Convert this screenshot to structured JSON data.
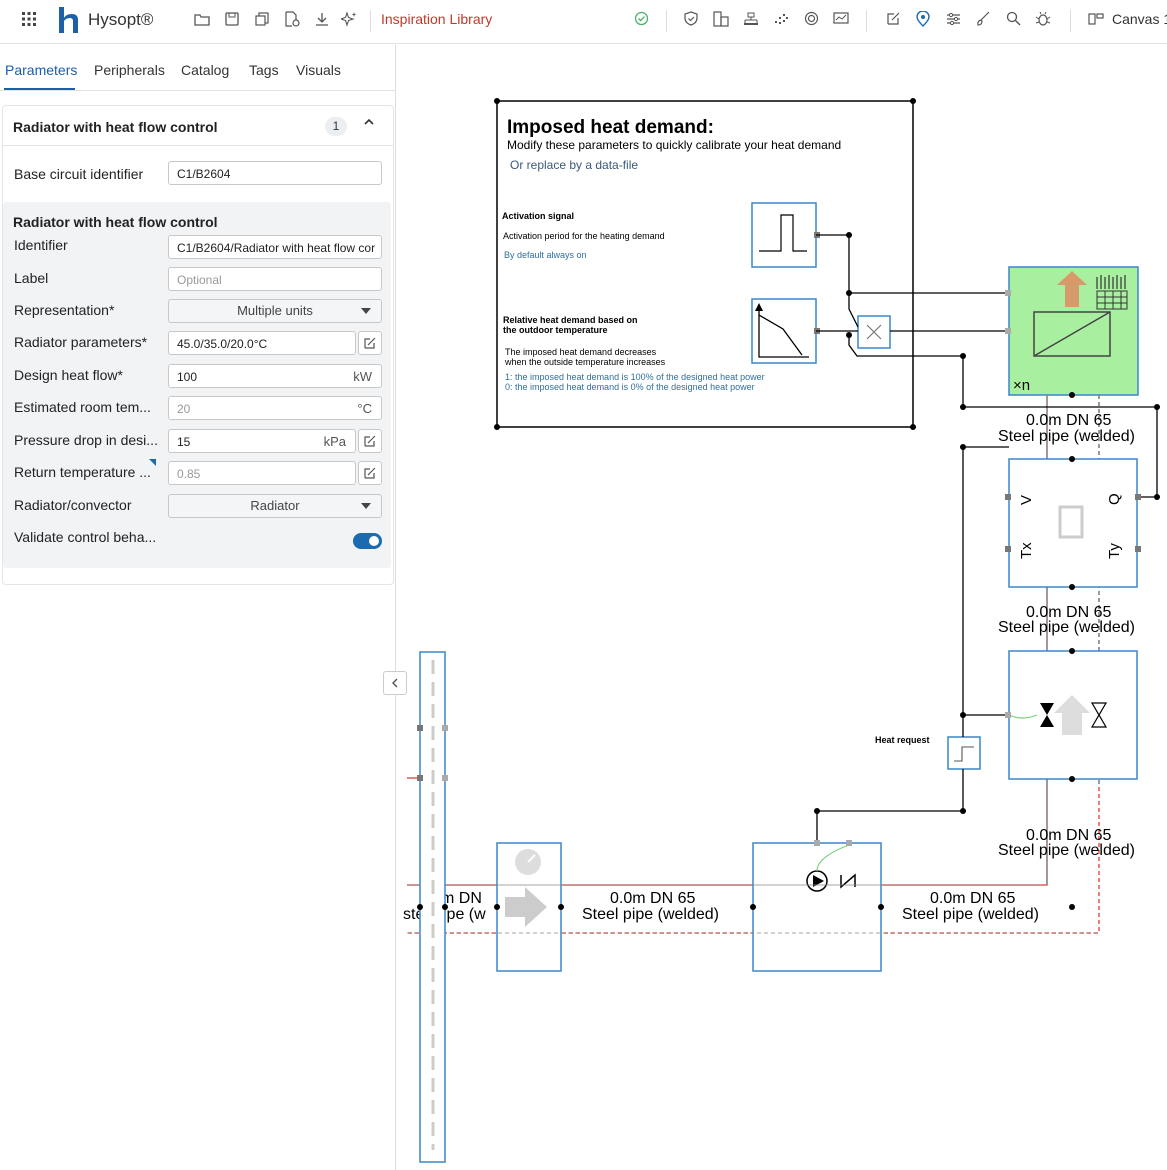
{
  "app": {
    "name": "Hysopt",
    "reg": "®"
  },
  "topbar": {
    "inspiration": "Inspiration Library",
    "canvas": "Canvas 1"
  },
  "tabs": [
    {
      "label": "Parameters",
      "active": true
    },
    {
      "label": "Peripherals"
    },
    {
      "label": "Catalog"
    },
    {
      "label": "Tags"
    },
    {
      "label": "Visuals"
    }
  ],
  "card": {
    "title": "Radiator with heat flow control",
    "count": "1",
    "base_label": "Base circuit identifier",
    "base_value": "C1/B2604"
  },
  "sub": {
    "title": "Radiator with heat flow control",
    "identifier_label": "Identifier",
    "identifier_value": "C1/B2604/Radiator with heat flow cor",
    "label_label": "Label",
    "label_placeholder": "Optional",
    "representation_label": "Representation*",
    "representation_value": "Multiple units",
    "radparams_label": "Radiator parameters*",
    "radparams_value": "45.0/35.0/20.0°C",
    "design_label": "Design heat flow*",
    "design_value": "100",
    "design_unit": "kW",
    "room_label": "Estimated room tem...",
    "room_value": "20",
    "room_unit": "°C",
    "pressure_label": "Pressure drop in desi...",
    "pressure_value": "15",
    "pressure_unit": "kPa",
    "return_label": "Return temperature ...",
    "return_value": "0.85",
    "radconv_label": "Radiator/convector",
    "radconv_value": "Radiator",
    "validate_label": "Validate control beha...",
    "validate_on": true
  },
  "canvas": {
    "demand_title": "Imposed heat demand:",
    "demand_sub1": "Modify these parameters to quickly calibrate your heat demand",
    "demand_sub2": "Or replace by a data-file",
    "activation_title": "Activation signal",
    "activation_desc": "Activation period for the heating demand",
    "activation_default": "By default always on",
    "relative_title1": "Relative heat demand based on",
    "relative_title2": "the outdoor temperature",
    "relative_desc1": "The imposed heat demand decreases",
    "relative_desc2": "when the outside temperature increases",
    "relative_note1": "1: the imposed heat demand is 100% of the designed heat power",
    "relative_note2": "0: the imposed heat demand is 0% of the designed heat power",
    "heat_request": "Heat request",
    "pipe_length": "0.0m DN 65",
    "pipe_type": "Steel pipe (welded)",
    "pipe_partial_length": "m DN",
    "pipe_partial_type": "ipe (w",
    "pipe_partial_left": "ste",
    "xn": "×n",
    "sensor_v": "V",
    "sensor_q": "Q",
    "sensor_tx": "Tx",
    "sensor_ty": "Ty",
    "colors": {
      "supply": "#e53935",
      "node": "#000000",
      "component": "#3a86c8",
      "heater": "#a8f0a0"
    }
  }
}
